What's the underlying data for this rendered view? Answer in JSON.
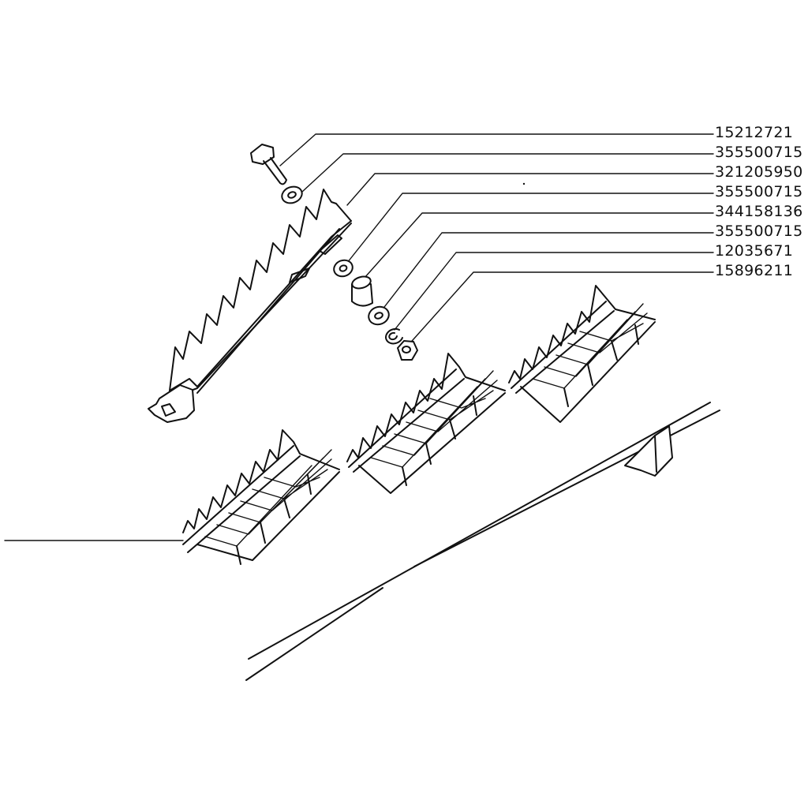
{
  "diagram": {
    "type": "exploded-parts-view",
    "callouts": [
      {
        "part_number": "15212721",
        "part": "bolt"
      },
      {
        "part_number": "355500715",
        "part": "washer"
      },
      {
        "part_number": "321205950",
        "part": "knife section bar"
      },
      {
        "part_number": "355500715",
        "part": "washer"
      },
      {
        "part_number": "344158136",
        "part": "spacer bushing"
      },
      {
        "part_number": "355500715",
        "part": "washer"
      },
      {
        "part_number": "12035671",
        "part": "lock washer"
      },
      {
        "part_number": "15896211",
        "part": "nut"
      }
    ],
    "colors": {
      "ink": "#111111",
      "background": "#ffffff"
    }
  }
}
